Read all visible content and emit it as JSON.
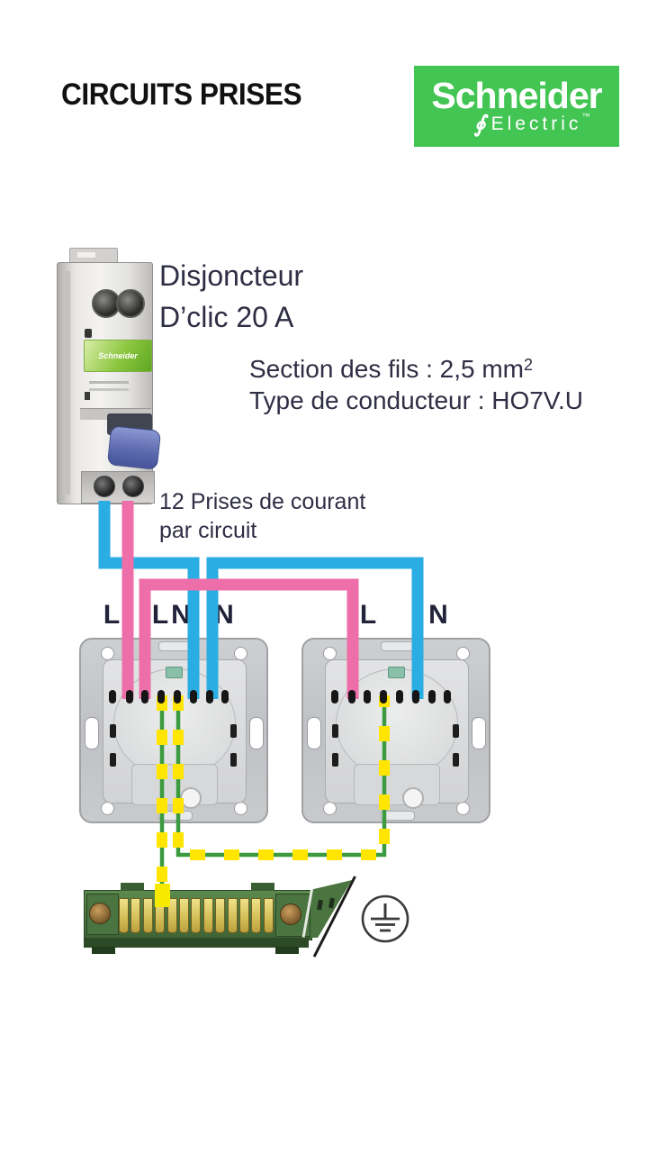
{
  "header": {
    "title": "CIRCUITS PRISES"
  },
  "logo": {
    "brand": "Schneider",
    "sub_brand": "Electric",
    "trademark": "™",
    "symbol": "∮"
  },
  "breaker": {
    "name_line1": "Disjoncteur",
    "name_line2": "D’clic 20 A",
    "device_label": "Schneider"
  },
  "specs": {
    "wire_section": "Section des fils : 2,5 mm",
    "wire_section_exponent": "2",
    "conductor_type": "Type de conducteur : HO7V.U"
  },
  "note": {
    "line1": "12 Prises de courant",
    "line2": "par circuit"
  },
  "terminal_labels": {
    "socket1": [
      "L",
      "L",
      "N",
      "N"
    ],
    "socket2": [
      "L",
      "N"
    ]
  },
  "colors": {
    "brand_green": "#42C553",
    "live_pink": "#EE6EA9",
    "neutral_blue": "#29ADE3",
    "earth_green": "#3C9B40",
    "earth_yellow": "#FFE500",
    "text_navy": "#2E2E44",
    "title_black": "#111111"
  }
}
